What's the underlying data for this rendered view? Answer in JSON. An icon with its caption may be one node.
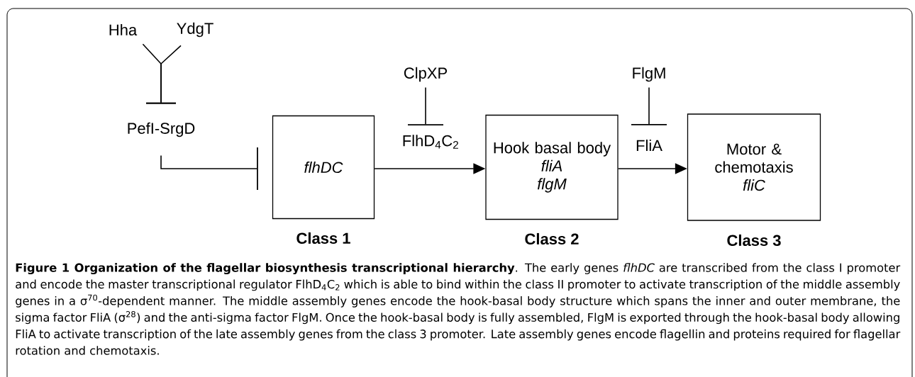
{
  "diagram": {
    "caption": "**Figure 1 Organization of the flagellar biosynthesis transcriptional hierarchy**. The early genes *flhDC* are transcribed from the class I promoter and encode the master transcriptional regulator FlhD$_{4}$C$_{2}$ which is able to bind within the class II promoter to activate transcription of the middle assembly genes in a σ$^{70}$-dependent manner. The middle assembly genes encode the hook-basal body structure which spans the inner and outer membrane, the sigma factor FliA (σ$^{28}$) and the anti-sigma factor FlgM. Once the hook-basal body is fully assembled, FlgM is exported through the hook-basal body allowing FliA to activate transcription of the late assembly genes from the class 3 promoter. Late assembly genes encode flagellin and proteins required for flagellar rotation and chemotaxis.",
    "nodes": [
      {
        "text": [
          "Hha"
        ]
      },
      {
        "text": [
          "YdgT"
        ]
      },
      {
        "text": [
          "PefI-SrgD"
        ]
      },
      {
        "text": [
          "flhDC",
          "Class 1"
        ]
      },
      {
        "text": [
          "ClpXP"
        ]
      },
      {
        "text": [
          "FlhD$_{4}$C$_{2}$"
        ]
      },
      {
        "text": [
          "Hook basal body",
          "fliA",
          "flgM",
          "Class 2"
        ]
      },
      {
        "text": [
          "FlgM"
        ]
      },
      {
        "text": [
          "FliA"
        ]
      },
      {
        "text": [
          "Motor & chemotaxis",
          "fliC",
          "Class 3"
        ]
      }
    ],
    "edges": [
      {
        "from": 0,
        "to": 2,
        "arrow": "other"
      },
      {
        "from": 1,
        "to": 2,
        "arrow": "other"
      },
      {
        "from": 2,
        "to": 3,
        "arrow": "other"
      },
      {
        "from": 4,
        "to": 5,
        "arrow": "other"
      },
      {
        "from": 3,
        "to": 6,
        "arrow": "to"
      },
      {
        "from": 7,
        "to": 8,
        "arrow": "other"
      },
      {
        "from": 6,
        "to": 9,
        "arrow": "to"
      }
    ]
  }
}
